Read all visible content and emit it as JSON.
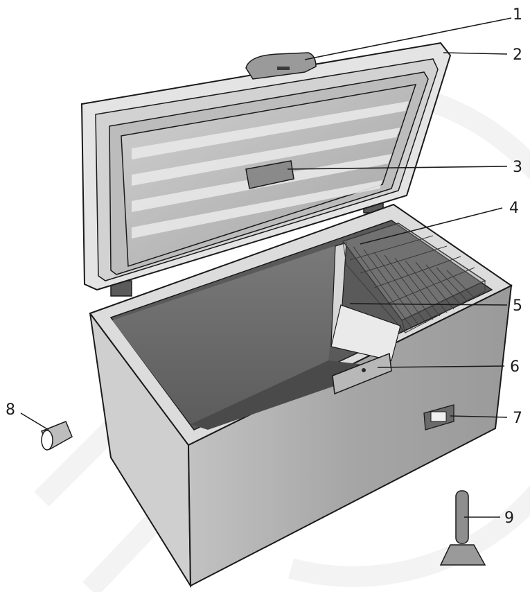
{
  "callouts": [
    {
      "label": "1",
      "part": "lid-handle"
    },
    {
      "label": "2",
      "part": "lid"
    },
    {
      "label": "3",
      "part": "lid-light"
    },
    {
      "label": "4",
      "part": "wire-basket"
    },
    {
      "label": "5",
      "part": "divider-wall"
    },
    {
      "label": "6",
      "part": "control-panel"
    },
    {
      "label": "7",
      "part": "side-grille"
    },
    {
      "label": "8",
      "part": "drain-plug"
    },
    {
      "label": "9",
      "part": "ice-scraper"
    }
  ],
  "colors": {
    "outline": "#1a1a1a",
    "body_front": "#9c9c9c",
    "body_side": "#c6c6c6",
    "rim": "#d8d8d8",
    "interior_back": "#686868",
    "interior_floor": "#4e4e4e",
    "lid_inner": "#b2b2b2",
    "lid_frame": "#e2e2e2",
    "watermark": "#eeeeee"
  }
}
